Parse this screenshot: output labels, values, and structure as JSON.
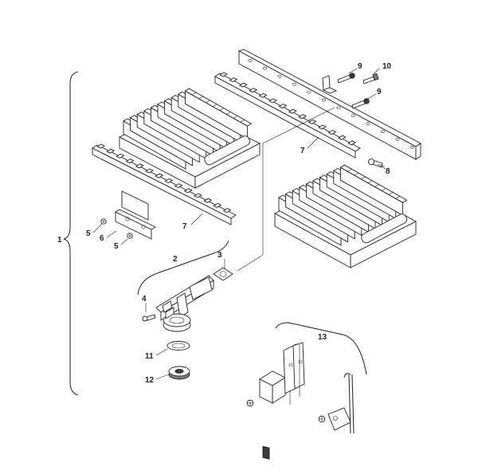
{
  "callouts": {
    "c1": "1",
    "c2": "2",
    "c3": "3",
    "c4": "4",
    "c5a": "5",
    "c5b": "5",
    "c6": "6",
    "c7a": "7",
    "c7b": "7",
    "c8": "8",
    "c9a": "9",
    "c9b": "9",
    "c10": "10",
    "c11": "11",
    "c12": "12",
    "c13": "13"
  }
}
